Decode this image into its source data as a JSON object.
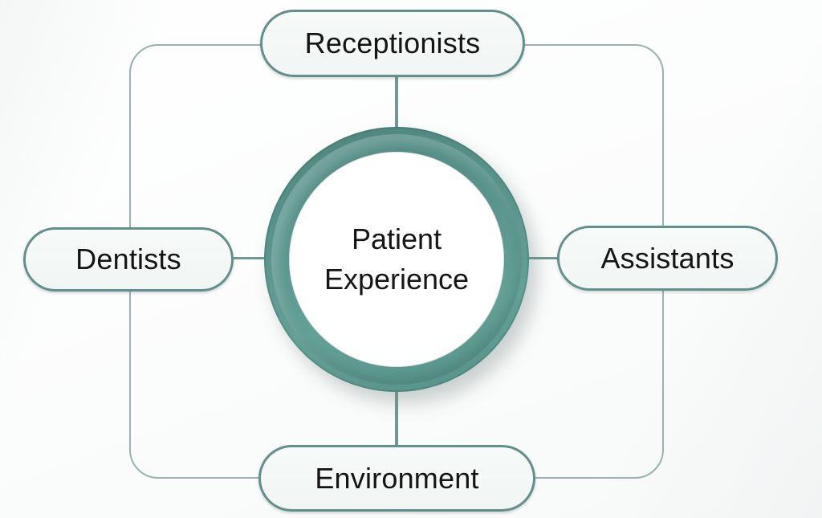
{
  "diagram": {
    "title": "Patient Experience",
    "type": "hub-and-spoke",
    "center": {
      "id": "patient-experience",
      "line1": "Patient",
      "line2": "Experience"
    },
    "nodes": [
      {
        "id": "receptionists",
        "label": "Receptionists",
        "position": "top"
      },
      {
        "id": "dentists",
        "label": "Dentists",
        "position": "left"
      },
      {
        "id": "assistants",
        "label": "Assistants",
        "position": "right"
      },
      {
        "id": "environment",
        "label": "Environment",
        "position": "bottom"
      }
    ],
    "edges": [
      {
        "from": "patient-experience",
        "to": "receptionists"
      },
      {
        "from": "patient-experience",
        "to": "dentists"
      },
      {
        "from": "patient-experience",
        "to": "assistants"
      },
      {
        "from": "patient-experience",
        "to": "environment"
      },
      {
        "type": "frame",
        "description": "rounded rectangle linking all four outer nodes"
      }
    ]
  },
  "colors": {
    "frame-line": "#98b3af",
    "spoke-line": "#6d9a93",
    "pill-border": "#628f89",
    "ring-dark": "#4d857c",
    "ring-light": "#63a096"
  }
}
